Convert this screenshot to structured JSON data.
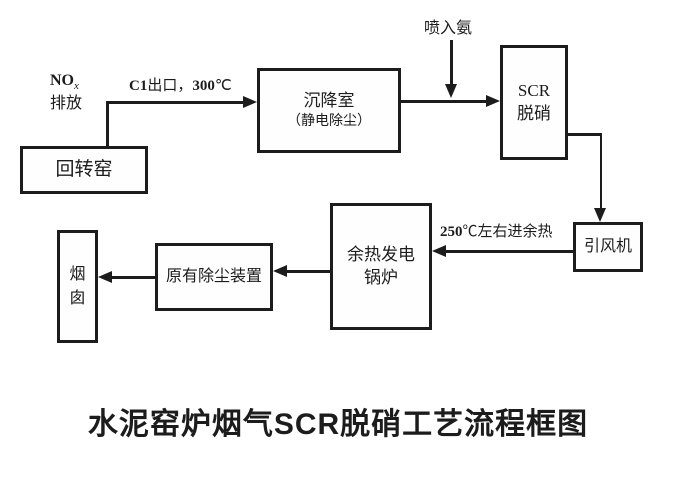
{
  "colors": {
    "ink": "#1c1c1c",
    "background": "#ffffff"
  },
  "title": "水泥窑炉烟气SCR脱硝工艺流程框图",
  "boxes": {
    "kiln": {
      "label": "回转窑"
    },
    "settling": {
      "line1": "沉降室",
      "line2": "（静电除尘）"
    },
    "scr": {
      "line1": "SCR",
      "line2": "脱硝"
    },
    "fan": {
      "label": "引风机"
    },
    "boiler": {
      "line1": "余热发电",
      "line2": "锅炉"
    },
    "dust": {
      "label": "原有除尘装置"
    },
    "chimney": {
      "char1": "烟",
      "char2": "囱"
    }
  },
  "annotations": {
    "nox": {
      "main": "NO",
      "sub": "x",
      "line2": "排放"
    },
    "c1_outlet": {
      "bold1": "C1",
      "text1": "出口，",
      "bold2": "300",
      "text2": "℃"
    },
    "ammonia": "喷入氨",
    "waste_heat": {
      "bold1": "250",
      "text1": "℃左右进余热"
    }
  }
}
